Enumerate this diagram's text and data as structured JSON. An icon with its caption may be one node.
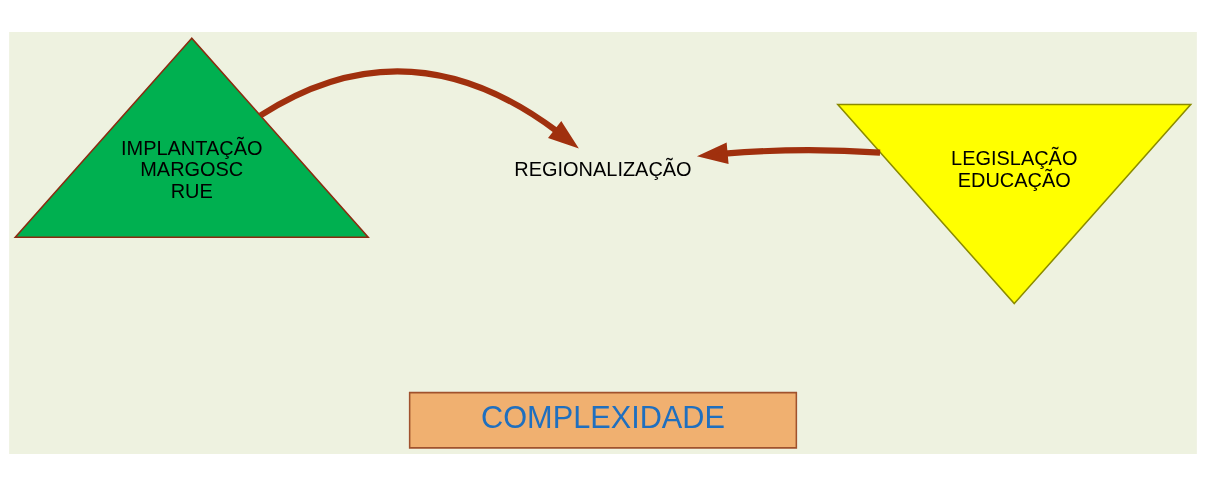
{
  "diagram": {
    "nodes": [
      {
        "text": [
          "IMPLANTAÇÃO",
          "MARGOSC",
          "RUE"
        ]
      },
      {
        "text": [
          "REGIONALIZAÇÃO"
        ]
      },
      {
        "text": [
          "LEGISLAÇÃO",
          "EDUCAÇÃO"
        ]
      },
      {
        "text": [
          "COMPLEXIDADE"
        ]
      }
    ],
    "edges": [
      {
        "from": 0,
        "to": 1,
        "arrow": "to"
      },
      {
        "from": 2,
        "to": 1,
        "arrow": "to"
      }
    ]
  }
}
